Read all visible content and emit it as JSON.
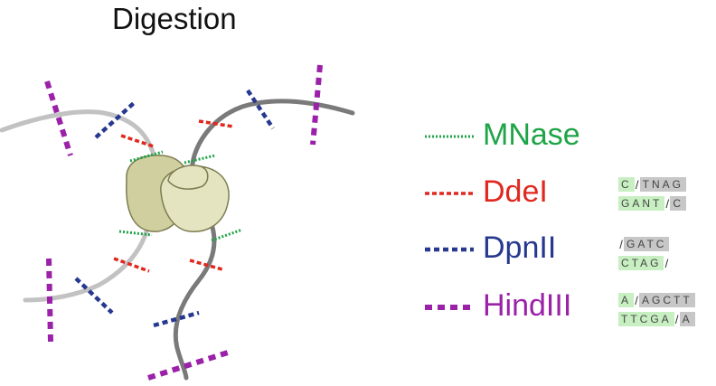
{
  "title": "Digestion",
  "colors": {
    "mnase": "#1fa447",
    "ddei": "#e0281e",
    "dpnii": "#27388f",
    "hindiii": "#9a21a8",
    "dna_light": "#c2c2c2",
    "dna_dark": "#7a7a7a",
    "nucleosome_dark": "#cfcf9f",
    "nucleosome_light": "#e4e4c0",
    "nucleosome_stroke": "#7d7d52"
  },
  "legend": [
    {
      "key": "mnase",
      "label": "MNase"
    },
    {
      "key": "ddei",
      "label": "DdeI"
    },
    {
      "key": "dpnii",
      "label": "DpnII"
    },
    {
      "key": "hindiii",
      "label": "HindIII"
    }
  ],
  "sequences": {
    "ddei": {
      "top": {
        "a": "C",
        "b": "TNAG"
      },
      "bottom": {
        "a": "GANT",
        "b": "C"
      }
    },
    "dpnii": {
      "top": {
        "a": "GATC"
      },
      "bottom": {
        "a": "CTAG"
      }
    },
    "hindiii": {
      "top": {
        "a": "A",
        "b": "AGCTT"
      },
      "bottom": {
        "a": "TTCGA",
        "b": "A"
      }
    }
  }
}
